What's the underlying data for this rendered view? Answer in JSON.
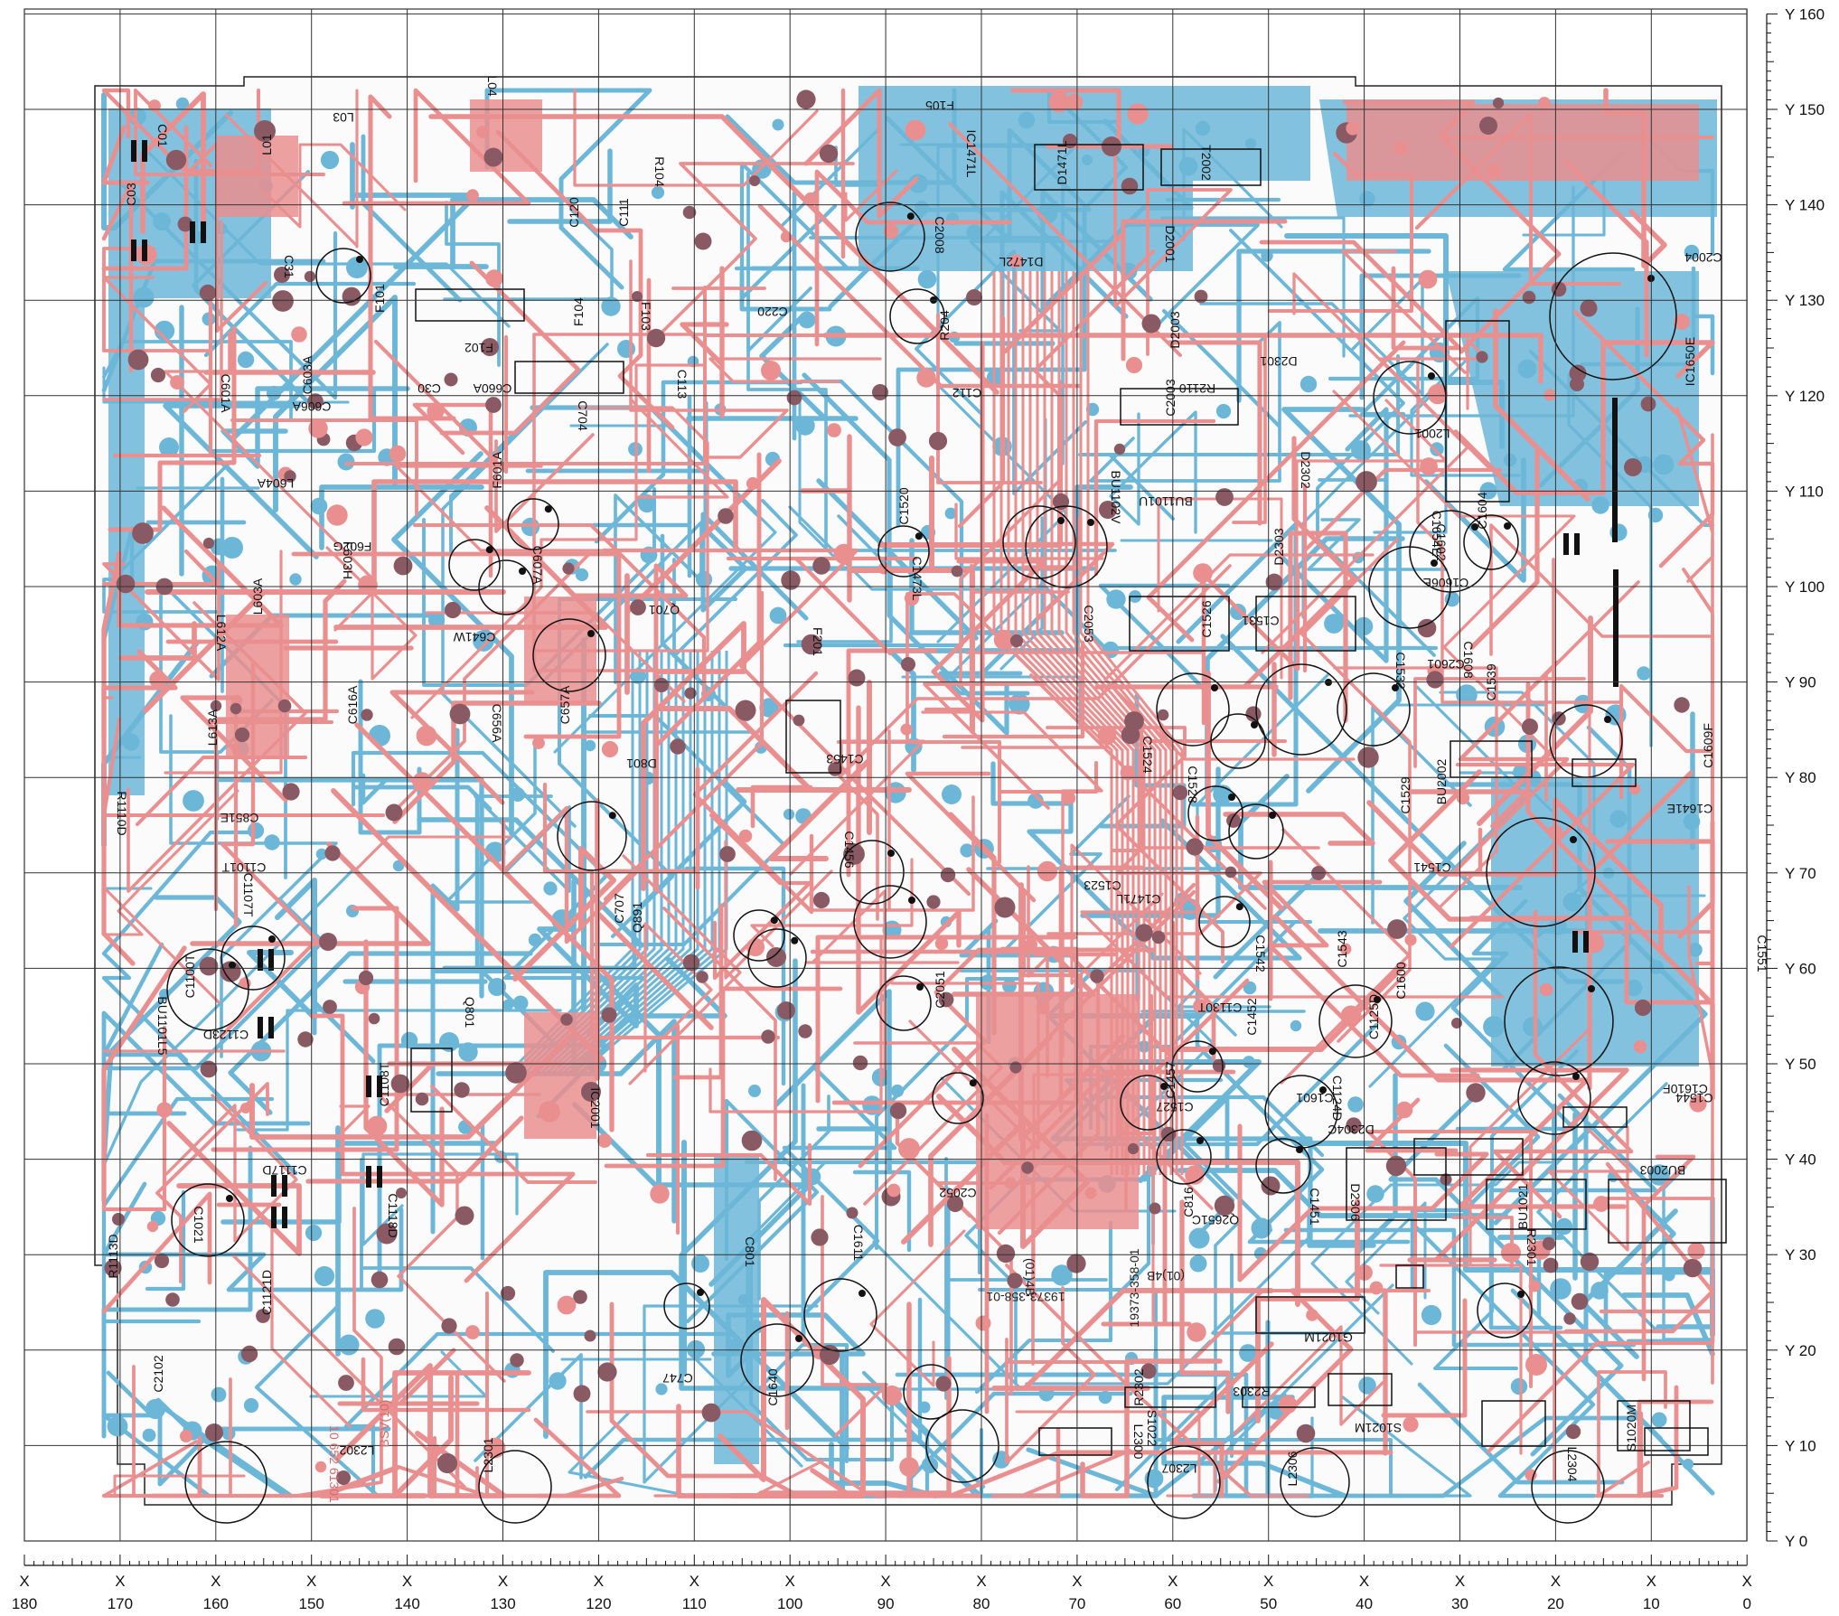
{
  "colors": {
    "copper_top": "#ea8f8f",
    "copper_bottom": "#6cb7d8",
    "overlap": "#9e6c78",
    "pad_brown": "#8a5a64",
    "grid": "#333333",
    "silkscreen": "#111111"
  },
  "axes": {
    "x_labels": [
      "X",
      "X",
      "X",
      "X",
      "X",
      "X",
      "X",
      "X",
      "X",
      "X",
      "X",
      "X",
      "X",
      "X",
      "X",
      "X",
      "X",
      "X",
      "X"
    ],
    "x_ticks": [
      "180",
      "170",
      "160",
      "150",
      "140",
      "130",
      "120",
      "110",
      "100",
      "90",
      "80",
      "70",
      "60",
      "50",
      "40",
      "30",
      "20",
      "10",
      "0"
    ],
    "y_labels": [
      "Y 160",
      "Y 150",
      "Y 140",
      "Y 130",
      "Y 120",
      "Y 110",
      "Y 100",
      "Y 90",
      "Y 80",
      "Y 70",
      "Y 60",
      "Y 50",
      "Y 40",
      "Y 30",
      "Y 20",
      "Y 10",
      "Y 0"
    ]
  },
  "board_texts": [
    "19373-358-01",
    "(01)4B",
    "19373-358-01",
    "(01)4B",
    "10 652 61301",
    "BSV(10)",
    "BU1101U",
    "BU1102V",
    "BU2002",
    "BU2003",
    "BU1101L5",
    "BU1021",
    "S1021M",
    "S1022",
    "S1020M",
    "G1021M",
    "IC1471L",
    "IC1650E",
    "Q701",
    "Q801",
    "Q891",
    "Q2651C",
    "T2002",
    "F101",
    "F102",
    "F103",
    "F104",
    "F105",
    "F201",
    "F601A",
    "F602G",
    "F603H",
    "L01",
    "L03",
    "L04",
    "L603A",
    "L604A",
    "L612A",
    "L613A",
    "L2001",
    "L2300",
    "L2301",
    "L2302",
    "L2304",
    "L2306",
    "L2307",
    "R104",
    "R204",
    "R2110",
    "R2301",
    "R2302",
    "R2303",
    "R1110D",
    "R1113D",
    "D801",
    "D2001",
    "D2003",
    "D2301",
    "D2302",
    "D2303",
    "D2304C",
    "D2306",
    "D1471L",
    "D1472L",
    "C01",
    "C03",
    "C30",
    "C31",
    "C111",
    "C112",
    "C113",
    "C120",
    "C220",
    "C601A",
    "C603A",
    "C606A",
    "C607A",
    "C616A",
    "C641W",
    "C656A",
    "C657A",
    "C660A",
    "C704",
    "C707",
    "C747",
    "C801",
    "C816",
    "C851E",
    "C1021",
    "C1100T",
    "C1101T",
    "C1107T",
    "C1108T",
    "C1117D",
    "C1118D",
    "C1121D",
    "C1123D",
    "C1124D",
    "C1125D",
    "C1130T",
    "C1451",
    "C1452",
    "C1453",
    "C1456",
    "C1457",
    "C1471L",
    "C1473L",
    "C1520",
    "C1523",
    "C1524",
    "C1526",
    "C1527",
    "C1528",
    "C1529",
    "C1531",
    "C1532",
    "C1539",
    "C1541",
    "C1542",
    "C1543",
    "C1544",
    "C1551",
    "C1600",
    "C1601",
    "C1602",
    "C1604",
    "C1606E",
    "C1608",
    "C1609F",
    "C1610F",
    "C1611",
    "C1640",
    "C1641E",
    "C1654E",
    "C2003",
    "C2004",
    "C2008",
    "C2051",
    "C2052",
    "C2053",
    "C2102",
    "C2601",
    "IC2001"
  ]
}
